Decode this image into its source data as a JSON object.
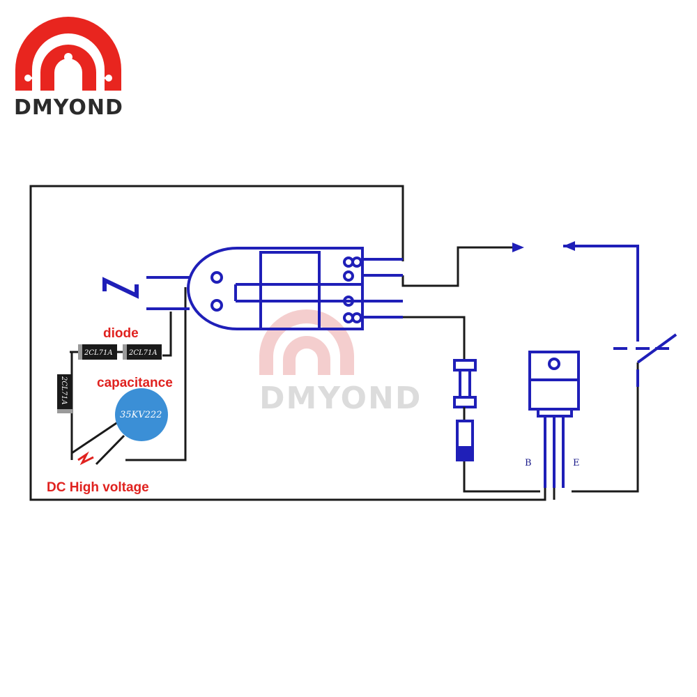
{
  "brand": {
    "name": "DMYOND",
    "watermark": "DMYOND"
  },
  "labels": {
    "diode": "diode",
    "capacitance": "capacitance",
    "dc_high_voltage": "DC High voltage"
  },
  "components": {
    "diode_1": "2CL71A",
    "diode_2": "2CL71A",
    "diode_3": "2CL71A",
    "capacitor": "35KV222"
  },
  "transistor_pins": {
    "base": "B",
    "emitter": "E"
  },
  "colors": {
    "wire_black": "#1a1a1a",
    "wire_blue": "#1f1fb8",
    "label_red": "#e0221f",
    "capacitor_blue": "#3b8fd6",
    "logo_red": "#e8251f"
  }
}
